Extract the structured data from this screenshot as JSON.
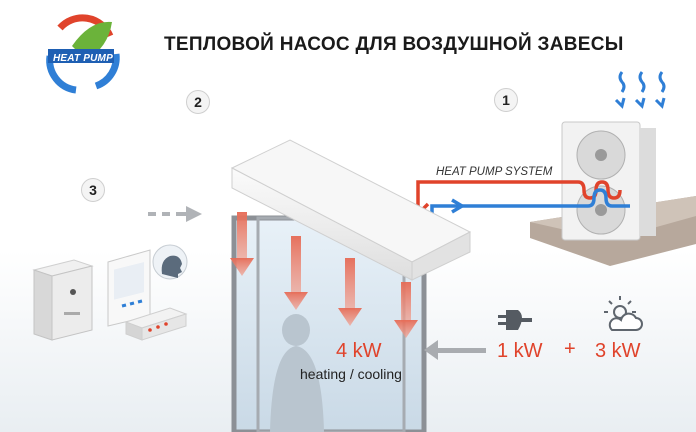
{
  "title": "ТЕПЛОВОЙ НАСОС ДЛЯ ВОЗДУШНОЙ ЗАВЕСЫ",
  "logo": {
    "text": "HEAT PUMP"
  },
  "steps": [
    "1",
    "2",
    "3"
  ],
  "system_label": "HEAT PUMP SYSTEM",
  "output": {
    "value": "4 kW",
    "mode": "heating / cooling"
  },
  "inputs": {
    "electric": "1 kW",
    "plus": "+",
    "ambient": "3 kW"
  },
  "colors": {
    "hot": "#e0432b",
    "cold": "#2f7fd6",
    "arrow_gray": "#a9acb0"
  },
  "icons": [
    "heat-pump-logo-icon",
    "electric-plug-icon",
    "sun-cloud-icon",
    "cold-air-waves-icon",
    "user-head-icon"
  ]
}
